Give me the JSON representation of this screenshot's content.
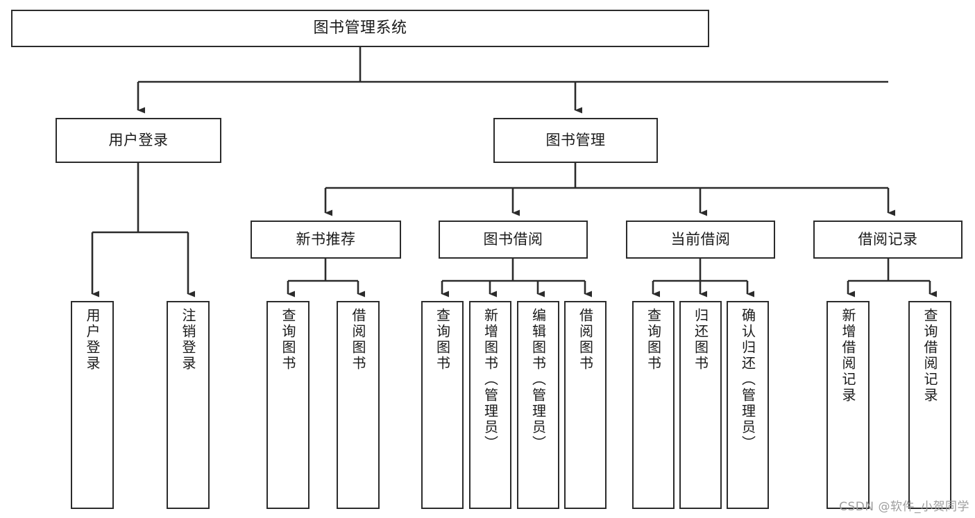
{
  "diagram": {
    "title": "图书管理系统",
    "type": "tree",
    "colors": {
      "box_border": "#2b2b2b",
      "box_fill": "#ffffff",
      "connector": "#2b2b2b",
      "text": "#1a1a1a",
      "watermark": "#9e9e9e",
      "background": "#ffffff"
    },
    "root": {
      "label": "图书管理系统"
    },
    "level2": [
      {
        "label": "用户登录"
      },
      {
        "label": "图书管理"
      }
    ],
    "level3": [
      {
        "label": "新书推荐"
      },
      {
        "label": "图书借阅"
      },
      {
        "label": "当前借阅"
      },
      {
        "label": "借阅记录"
      }
    ],
    "leaves": {
      "user_login": [
        {
          "label": "用户登录"
        },
        {
          "label": "注销登录"
        }
      ],
      "new_book_recommend": [
        {
          "label": "查询图书"
        },
        {
          "label": "借阅图书"
        }
      ],
      "book_borrow": [
        {
          "label": "查询图书"
        },
        {
          "label": "新增图书（管理员）"
        },
        {
          "label": "编辑图书（管理员）"
        },
        {
          "label": "借阅图书"
        }
      ],
      "current_borrow": [
        {
          "label": "查询图书"
        },
        {
          "label": "归还图书"
        },
        {
          "label": "确认归还（管理员）"
        }
      ],
      "borrow_records": [
        {
          "label": "新增借阅记录"
        },
        {
          "label": "查询借阅记录"
        }
      ]
    },
    "watermark": "CSDN @软件_小贺同学"
  }
}
